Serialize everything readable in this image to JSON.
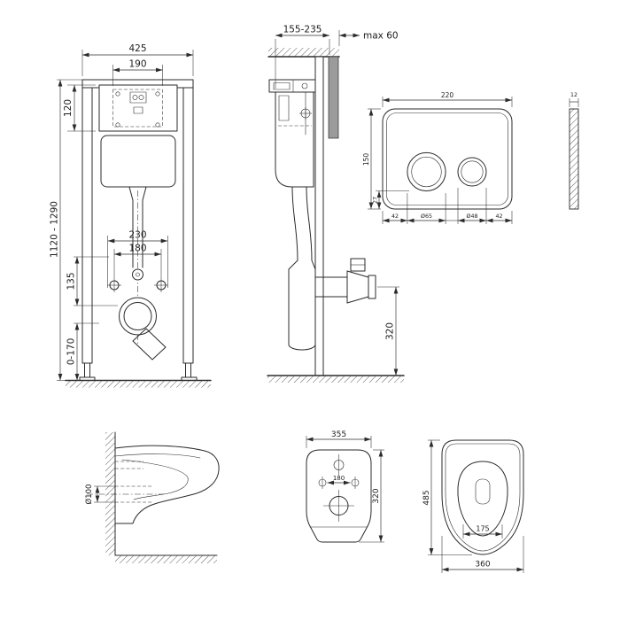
{
  "canvas": {
    "background": "#ffffff",
    "line_color": "#2b2b2b",
    "wall_fill": "#9b9b9b"
  },
  "views": {
    "frame_front": {
      "name": "installation-frame-front-view",
      "dims": {
        "total_width": "425",
        "plate_cutout_width": "190",
        "plate_cutout_height": "120",
        "fixing_spacing": "230",
        "stud_spacing": "180",
        "outlet_drop": "135",
        "frame_height_range": "1120 - 1290",
        "foot_adjust_range": "0-170"
      }
    },
    "frame_side": {
      "name": "installation-frame-side-view",
      "dims": {
        "depth_range": "155-235",
        "max_wall_thickness": "max 60",
        "outlet_height": "320"
      }
    },
    "flush_plate": {
      "name": "flush-plate-view",
      "dims": {
        "width": "220",
        "height": "150",
        "button_bottom_offset": "27",
        "left_margin": "42",
        "large_button_diameter": "Ø65",
        "small_button_diameter": "Ø48",
        "right_margin": "42",
        "thickness": "12"
      }
    },
    "bowl_side": {
      "name": "bowl-side-view",
      "dims": {
        "outlet_diameter": "Ø100"
      }
    },
    "bowl_back": {
      "name": "bowl-back-view",
      "dims": {
        "width": "355",
        "fixing_hole_spacing": "180",
        "height": "320"
      }
    },
    "bowl_top": {
      "name": "bowl-top-view",
      "dims": {
        "length": "485",
        "inner_width": "175",
        "width": "360"
      }
    }
  }
}
